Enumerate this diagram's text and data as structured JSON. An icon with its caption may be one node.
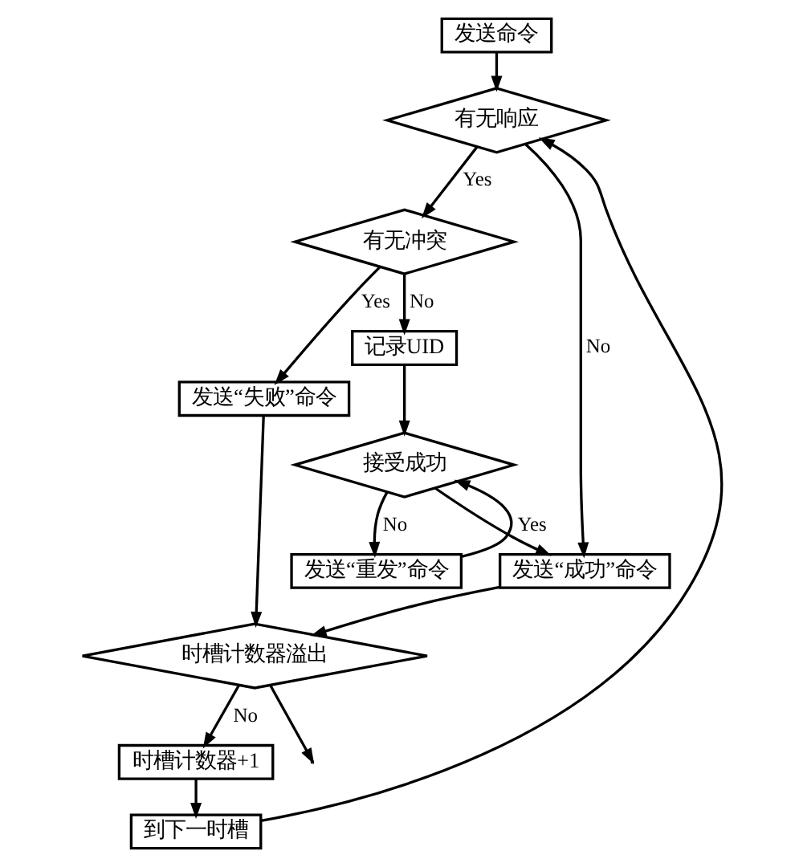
{
  "diagram": {
    "nodes": [
      {
        "text": [
          "发送命令"
        ]
      },
      {
        "text": [
          "有无响应"
        ]
      },
      {
        "text": [
          "到下一时槽"
        ]
      },
      {
        "text": [
          "有无冲突"
        ]
      },
      {
        "text": [
          "时槽计数器+1"
        ]
      },
      {
        "text": [
          "发送“失败”命令"
        ]
      },
      {
        "text": [
          "记录UID"
        ]
      },
      {
        "text": [
          "接受成功"
        ]
      },
      {
        "text": [
          "发送“重发”命令"
        ]
      },
      {
        "text": [
          "发送“成功”命令"
        ]
      },
      {
        "text": [
          "时槽计数器溢出"
        ]
      }
    ],
    "edges": [
      {
        "from": 0,
        "to": 1,
        "arrow": "to"
      },
      {
        "from": 2,
        "to": 1,
        "arrow": "to"
      },
      {
        "from": 1,
        "to": 3,
        "label": "Yes",
        "arrow": "to"
      },
      {
        "from": 1,
        "to": 9,
        "label": "No",
        "arrow": "to"
      },
      {
        "from": 3,
        "to": 5,
        "label": "Yes",
        "arrow": "to"
      },
      {
        "from": 3,
        "to": 6,
        "label": "No",
        "arrow": "to"
      },
      {
        "from": 4,
        "to": 2,
        "arrow": "to"
      },
      {
        "from": 6,
        "to": 7,
        "arrow": "to"
      },
      {
        "from": 8,
        "to": 7,
        "arrow": "to"
      },
      {
        "from": 7,
        "to": 8,
        "label": "No",
        "arrow": "to"
      },
      {
        "from": 7,
        "to": 9,
        "label": "Yes",
        "arrow": "to"
      },
      {
        "from": 5,
        "to": 10,
        "arrow": "to"
      },
      {
        "from": 9,
        "to": 10,
        "arrow": "to"
      },
      {
        "from": 10,
        "to": 4,
        "label": "No",
        "arrow": "to"
      },
      {
        "from": 10,
        "to": null,
        "arrow": "to"
      }
    ]
  }
}
